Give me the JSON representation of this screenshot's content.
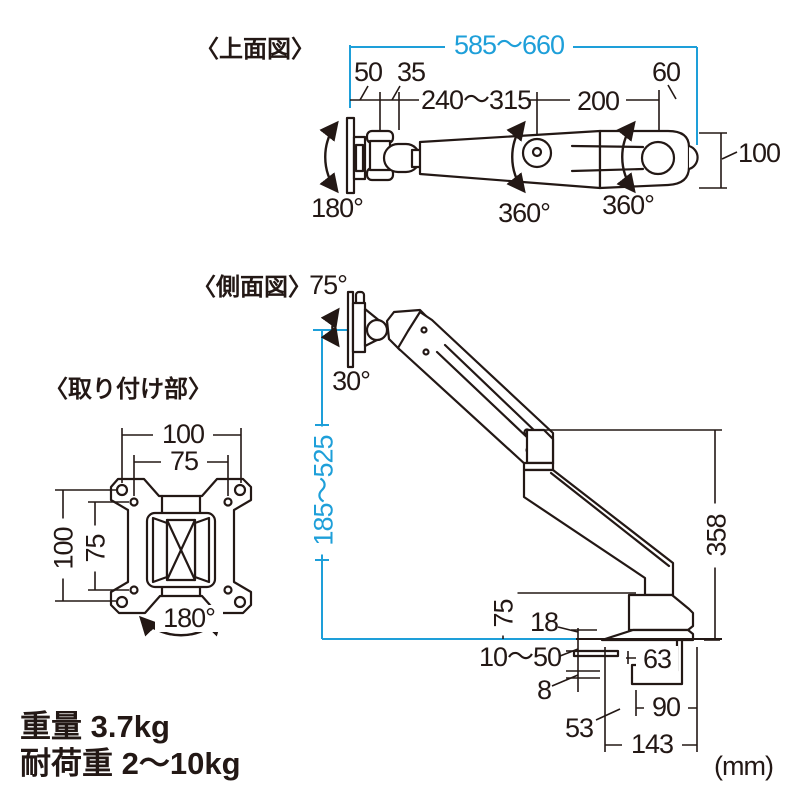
{
  "colors": {
    "line": "#231815",
    "accent": "#1E9FD9"
  },
  "top_view": {
    "title": "〈上面図〉",
    "width_range": "585〜660",
    "base_offset": "50",
    "joint_offset": "35",
    "arm1_reach": "240〜315",
    "arm2_reach": "200",
    "head_width": "60",
    "head_depth": "100",
    "base_swivel_angle": "180°",
    "mid_rotation_angle": "360°",
    "head_rotation_angle": "360°"
  },
  "side_view": {
    "title": "〈側面図〉",
    "tilt_up_angle": "75°",
    "tilt_down_angle": "30°",
    "height_range": "185〜525",
    "arm_rise_height": "358",
    "arm_clearance": "75",
    "clamp_plate_thickness": "18",
    "desk_thickness_range": "10〜50",
    "pad_thickness": "8",
    "clamp_depth": "63",
    "base_depth": "90",
    "clamp_offset": "53",
    "base_length": "143"
  },
  "mount_view": {
    "title": "〈取り付け部〉",
    "vesa_width_outer": "100",
    "vesa_width_inner": "75",
    "vesa_height_outer": "100",
    "vesa_height_inner": "75",
    "plate_rotation_angle": "180°"
  },
  "footer": {
    "weight": "重量 3.7kg",
    "load_capacity": "耐荷重 2〜10kg",
    "unit_note": "(mm)"
  }
}
